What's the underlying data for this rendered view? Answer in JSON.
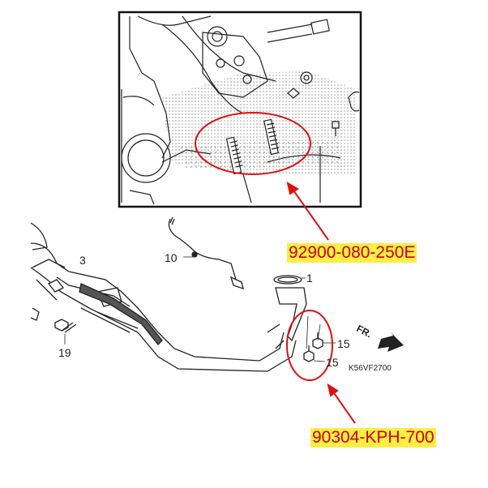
{
  "callouts": [
    {
      "part_number": "92900-080-250E"
    },
    {
      "part_number": "90304-KPH-700"
    }
  ],
  "reference_numbers": {
    "exhaust_pipe": "3",
    "sensor": "10",
    "gasket": "1",
    "bolt": "19",
    "nut_upper": "15",
    "nut_lower": "15"
  },
  "direction_label": "FR.",
  "drawing_code": "K56VF2700",
  "colors": {
    "callout_red": "#dd1111",
    "highlight_yellow": "#ffee44",
    "line_art": "#222222"
  }
}
